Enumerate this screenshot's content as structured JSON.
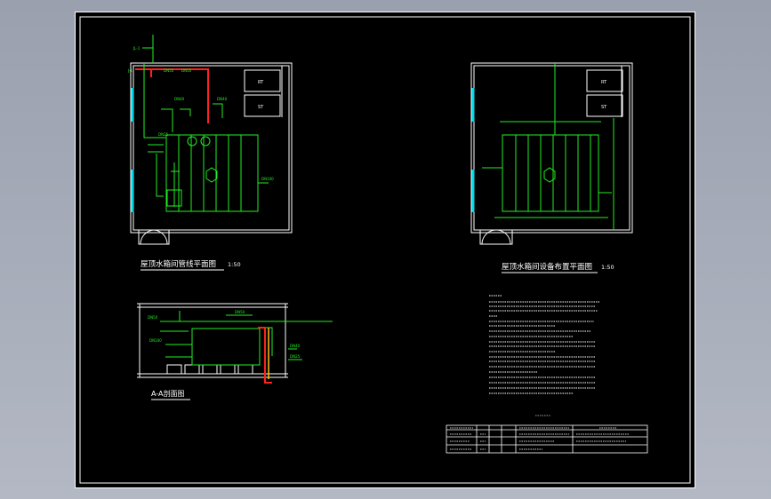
{
  "drawing": {
    "plan_piping_title": "屋顶水箱间管线平面图",
    "plan_piping_scale": "1:50",
    "plan_equipment_title": "屋顶水箱间设备布置平面图",
    "plan_equipment_scale": "1:50",
    "section_title": "A-A剖面图"
  },
  "colors": {
    "sheet": "#000000",
    "border": "#ffffff",
    "wall": "#ffffff",
    "pipe_supply": "#ff2020",
    "pipe_green": "#22ee22",
    "window": "#00d8e8",
    "dim": "#22ee22",
    "text": "#ffffff"
  }
}
